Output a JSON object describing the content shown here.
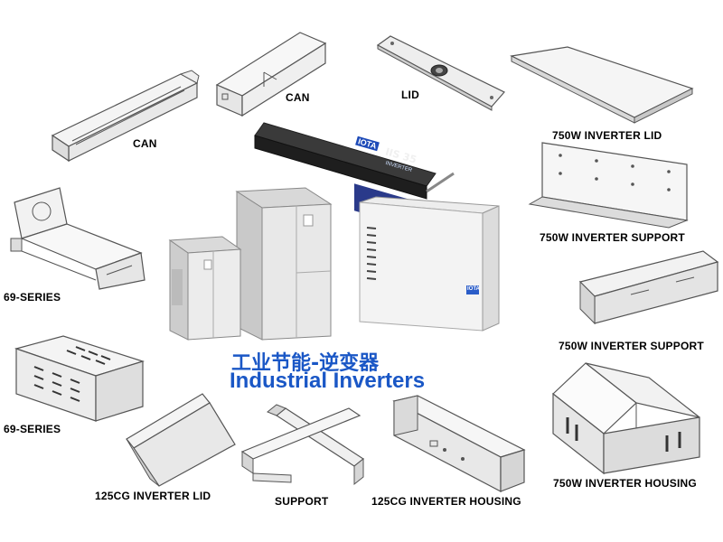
{
  "title": {
    "chinese": "工业节能-逆变器",
    "english": "Industrial Inverters"
  },
  "colors": {
    "title": "#1a57c6",
    "label": "#000000",
    "line_art": "#555555"
  },
  "parts": {
    "can_1": "CAN",
    "can_2": "CAN",
    "lid": "LID",
    "inverter_750w_lid": "750W INVERTER LID",
    "series_69_frame": "69-SERIES",
    "inverter_750w_support_1": "750W INVERTER SUPPORT",
    "inverter_750w_support_2": "750W INVERTER SUPPORT",
    "series_69_cover": "69-SERIES",
    "inverter_125cg_lid": "125CG INVERTER LID",
    "support": "SUPPORT",
    "inverter_125cg_housing": "125CG INVERTER HOUSING",
    "inverter_750w_housing": "750W INVERTER HOUSING"
  },
  "product_photos": {
    "iota_unit_label": "IOTA",
    "iota_unit_model": "IIS 35",
    "iota_unit_badge": "INVERTER",
    "wall_unit_logo": "IOTA"
  }
}
